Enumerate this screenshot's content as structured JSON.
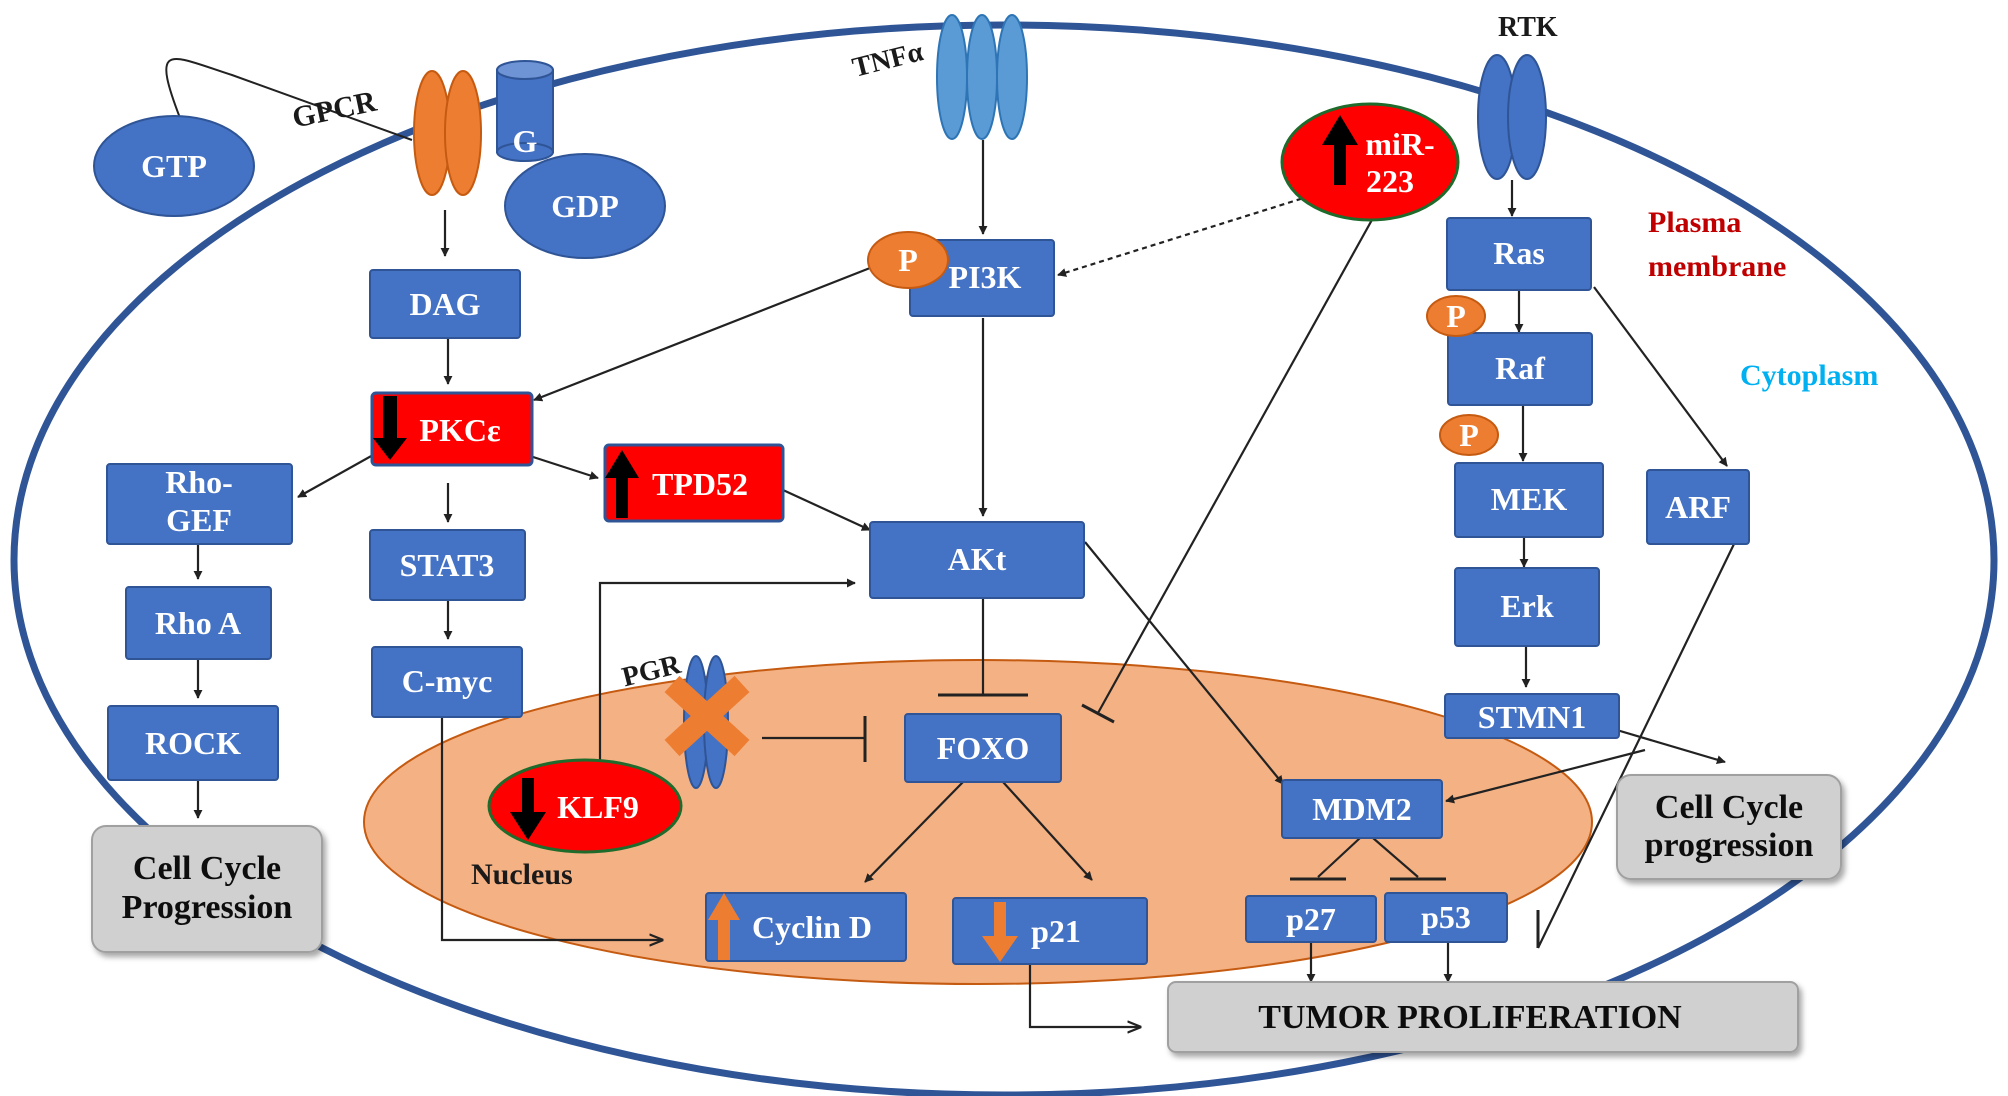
{
  "labels": {
    "gpcr": "GPCR",
    "tnfa": "TNFα",
    "rtk": "RTK",
    "pgr": "PGR",
    "plasma_membrane_1": "Plasma",
    "plasma_membrane_2": "membrane",
    "cytoplasm": "Cytoplasm",
    "nucleus": "Nucleus",
    "g_protein": "G",
    "phospho": "P"
  },
  "nodes": {
    "gtp": "GTP",
    "gdp": "GDP",
    "dag": "DAG",
    "pkce": "PKCε",
    "rhogef_1": "Rho-",
    "rhogef_2": "GEF",
    "rhoa": "Rho A",
    "rock": "ROCK",
    "stat3": "STAT3",
    "cmyc": "C-myc",
    "tpd52": "TPD52",
    "pi3k": "PI3K",
    "akt": "AKt",
    "foxo": "FOXO",
    "klf9": "KLF9",
    "cyclind": "Cyclin D",
    "p21": "p21",
    "mir223_1": "miR-",
    "mir223_2": "223",
    "ras": "Ras",
    "raf": "Raf",
    "mek": "MEK",
    "erk": "Erk",
    "stmn1": "STMN1",
    "arf": "ARF",
    "mdm2": "MDM2",
    "p27": "p27",
    "p53": "p53"
  },
  "outcomes": {
    "ccp_left_1": "Cell Cycle",
    "ccp_left_2": "Progression",
    "ccp_right_1": "Cell Cycle",
    "ccp_right_2": "progression",
    "tumor": "TUMOR PROLIFERATION"
  },
  "colors": {
    "node_blue": "#4472c4",
    "node_border": "#2f5597",
    "upregulated_red": "#ff0000",
    "nucleus_fill": "#f4b183",
    "receptor_orange": "#ed7d31",
    "tnfa_receptor": "#5b9bd5",
    "outcome_gray": "#d0d0d0",
    "plasma_label": "#c00000",
    "cytoplasm_label": "#00b0f0"
  }
}
